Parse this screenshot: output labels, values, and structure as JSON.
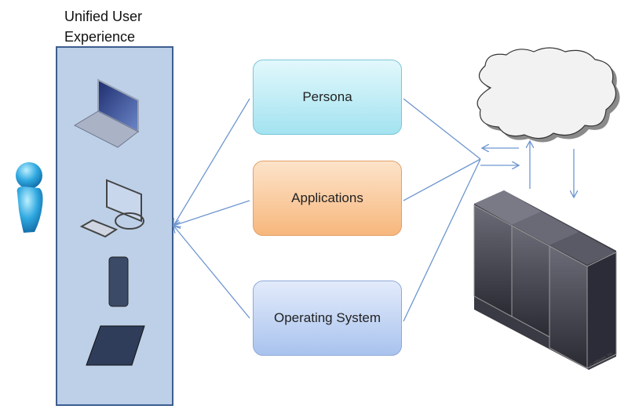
{
  "diagram": {
    "title": "Unified User Experience",
    "title_lines": [
      "Unified User",
      "Experience"
    ],
    "nodes": [
      {
        "label": "Persona",
        "color": "#a3e3f0"
      },
      {
        "label": "Applications",
        "color": "#f7b77d"
      },
      {
        "label": "Operating System",
        "color": "#a9c3ee"
      }
    ],
    "devices": [
      "laptop-icon",
      "desktop-icon",
      "phone-icon",
      "tablet-icon"
    ],
    "watermark": "© VMware, Inc.",
    "colors": {
      "panel": "#bdd0e8",
      "panel_border": "#3d5d8e",
      "connector": "#6e96d0"
    }
  }
}
